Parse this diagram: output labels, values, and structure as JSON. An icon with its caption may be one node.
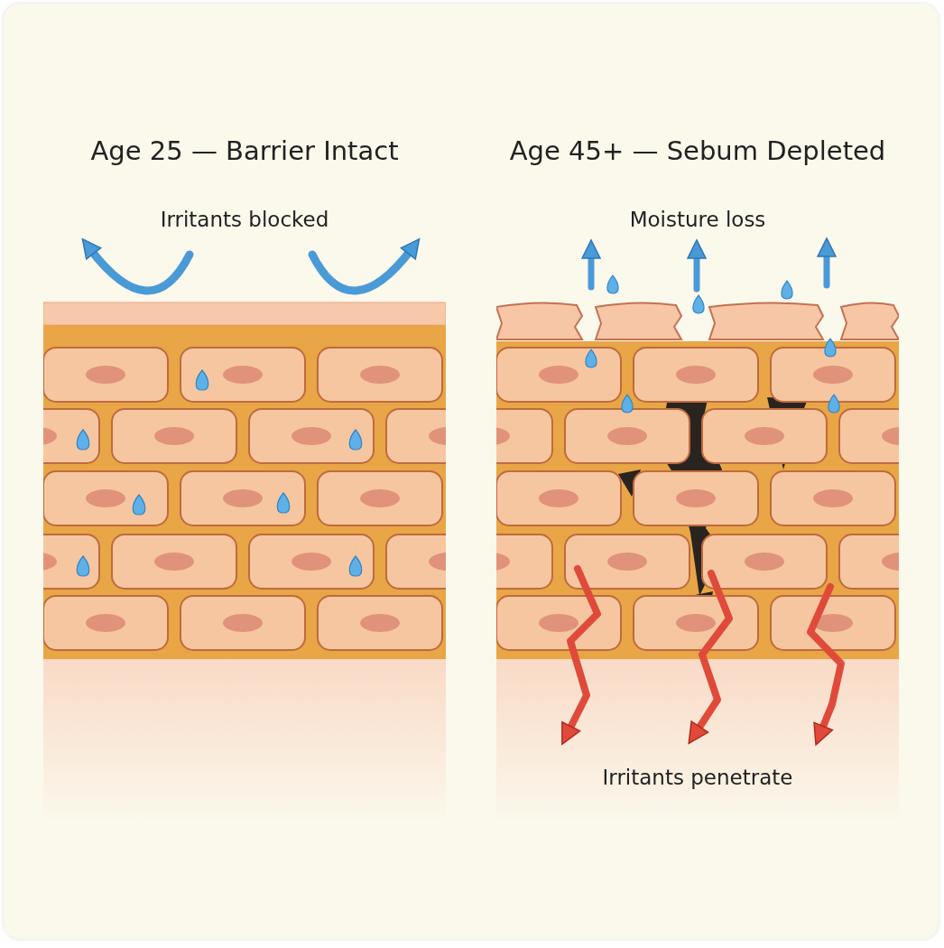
{
  "diagram": {
    "nodes": [
      {
        "text": [
          "Age 25 — Barrier Intact",
          "Irritants blocked"
        ]
      },
      {
        "text": [
          "Age 45+ — Sebum Depleted",
          "Moisture loss",
          "Irritants penetrate"
        ]
      }
    ]
  }
}
